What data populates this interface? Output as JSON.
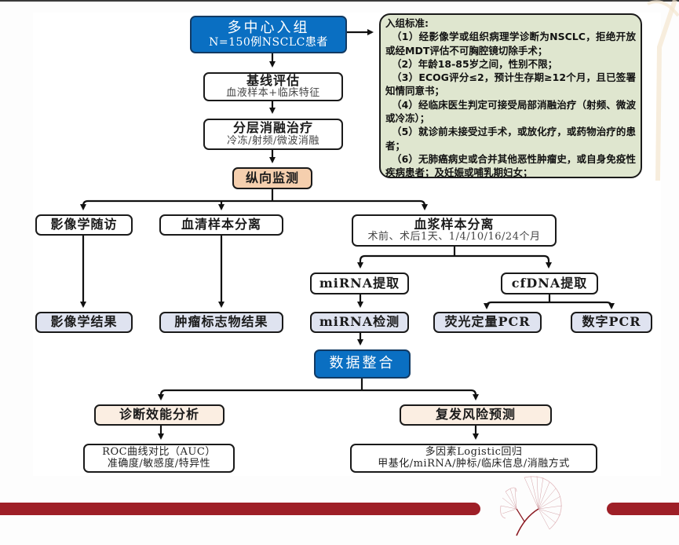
{
  "colors": {
    "accent_blue": "#0a6fc2",
    "monitor_peach": "#f5cfae",
    "analysis_cream": "#fbeee2",
    "result_lavender": "#dfe3f0",
    "criteria_green": "#dfe6cf",
    "footer_red": "#9e1f27"
  },
  "enroll": {
    "title": "多中心入组",
    "subtitle": "N=150例NSCLC患者"
  },
  "criteria": {
    "title": "入组标准:",
    "items": [
      "（1）经影像学或组织病理学诊断为NSCLC，拒绝开放或经MDT评估不可胸腔镜切除手术；",
      "（2）年龄18-85岁之间，性别不限；",
      "（3）ECOG评分≤2，预计生存期≥12个月，且已签署知情同意书；",
      "（4）经临床医生判定可接受局部消融治疗（射频、微波或冷冻）；",
      "（5）就诊前未接受过手术，或放化疗，或药物治疗的患者；",
      "（6）无肺癌病史或合并其他恶性肿瘤史，或自身免疫性疾病患者；及妊娠或哺乳期妇女；"
    ]
  },
  "baseline": {
    "title": "基线评估",
    "subtitle": "血液样本+临床特征"
  },
  "ablation": {
    "title": "分层消融治疗",
    "subtitle": "冷冻/射频/微波消融"
  },
  "monitor": {
    "title": "纵向监测"
  },
  "imaging_followup": {
    "title": "影像学随访"
  },
  "serum": {
    "title": "血清样本分离"
  },
  "plasma": {
    "title": "血浆样本分离",
    "subtitle": "术前、术后1天、1/4/10/16/24个月"
  },
  "mirna_extract": {
    "title": "miRNA提取"
  },
  "cfdna_extract": {
    "title": "cfDNA提取"
  },
  "imaging_result": {
    "title": "影像学结果"
  },
  "tumor_marker_result": {
    "title": "肿瘤标志物结果"
  },
  "mirna_detect": {
    "title": "miRNA检测"
  },
  "qpcr": {
    "title": "荧光定量PCR"
  },
  "dpcr": {
    "title": "数字PCR"
  },
  "integration": {
    "title": "数据整合"
  },
  "diagnostic": {
    "title": "诊断效能分析"
  },
  "recurrence": {
    "title": "复发风险预测"
  },
  "roc": {
    "line1": "ROC曲线对比（AUC）",
    "line2": "准确度/敏感度/特异性"
  },
  "logistic": {
    "line1": "多因素Logistic回归",
    "line2": "甲基化/miRNA/肿标/临床信息/消融方式"
  }
}
